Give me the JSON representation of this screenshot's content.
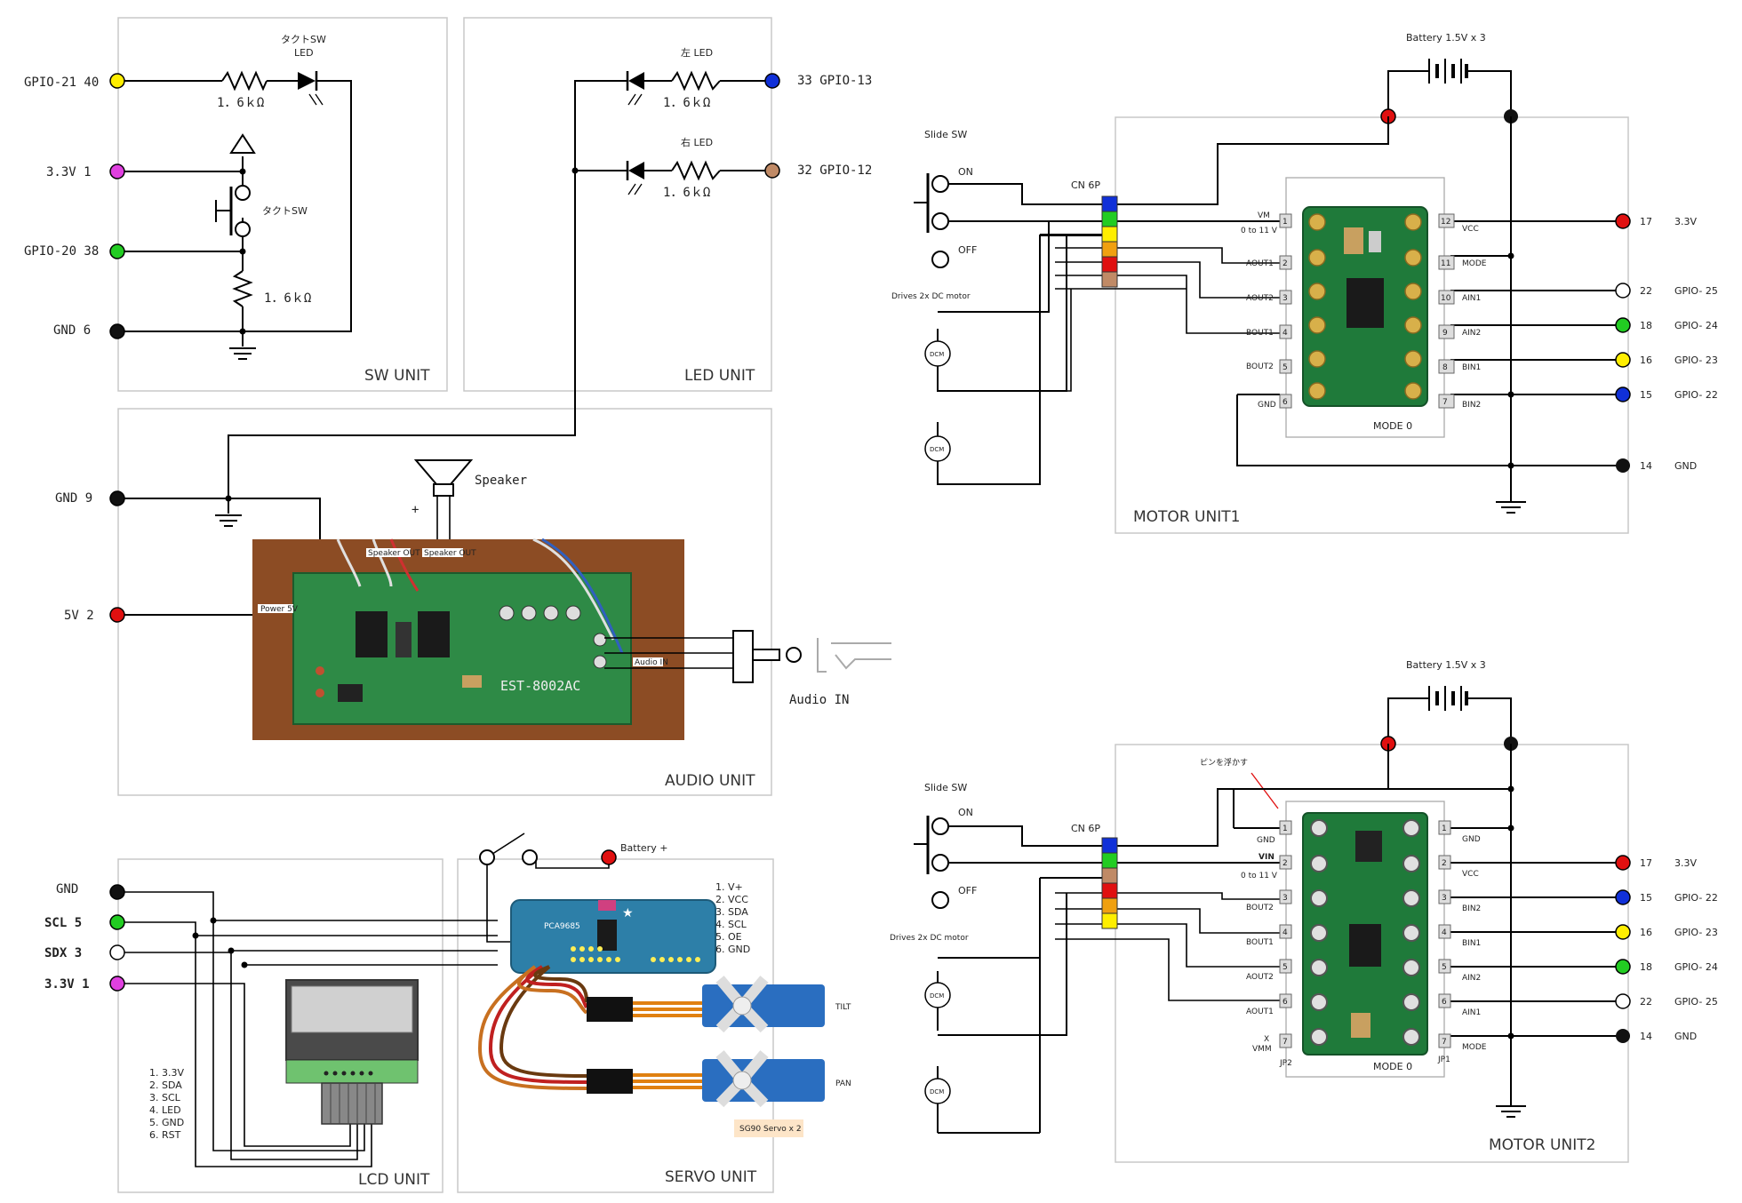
{
  "units": {
    "sw": "SW UNIT",
    "led": "LED UNIT",
    "audio": "AUDIO UNIT",
    "lcd": "LCD UNIT",
    "servo": "SERVO UNIT",
    "motor1": "MOTOR UNIT1",
    "motor2": "MOTOR UNIT2"
  },
  "sw_unit": {
    "gpio21": "GPIO-21  40",
    "v33": "3.3V   1",
    "gpio20": "GPIO-20  38",
    "gnd": "GND   6",
    "led_title_1": "タクトSW",
    "led_title_2": "LED",
    "r1": "1．6ｋΩ",
    "tact": "タクトSW",
    "r2": "1．6ｋΩ"
  },
  "led_unit": {
    "left_led": "左 LED",
    "right_led": "右 LED",
    "r1": "1．6ｋΩ",
    "r2": "1．6ｋΩ",
    "pin33": "33  GPIO-13",
    "pin32": "32  GPIO-12"
  },
  "audio_unit": {
    "gnd": "GND  9",
    "v5": "5V  2",
    "speaker": "Speaker",
    "plus": "+",
    "audio_in": "Audio IN",
    "board": "EST-8002AC",
    "speaker_out": "Speaker OUT",
    "power": "Power 5V",
    "audio_in_tag": "Audio IN"
  },
  "lcd_unit": {
    "gnd": "GND",
    "scl": "SCL  5",
    "sdx": "SDX  3",
    "v33": "3.3V  1",
    "pins": [
      "1. 3.3V",
      "2. SDA",
      "3. SCL",
      "4. LED",
      "5. GND",
      "6. RST"
    ]
  },
  "servo_unit": {
    "battery": "Battery +",
    "pins": [
      "1. V+",
      "2. VCC",
      "3. SDA",
      "4. SCL",
      "5. OE",
      "6. GND"
    ],
    "board": "PCA9685",
    "tilt": "TILT",
    "pan": "PAN",
    "servo_note": "SG90 Servo x 2"
  },
  "motor1": {
    "battery": "Battery 1.5V x 3",
    "slide": "Slide SW",
    "on": "ON",
    "off": "OFF",
    "drives": "Drives 2x DC motor",
    "cn": "CN 6P",
    "dcm": "DCM",
    "left_pins": [
      "VM",
      "AOUT1",
      "AOUT2",
      "BOUT1",
      "BOUT2",
      "GND"
    ],
    "left_note": "0 to 11 V",
    "right_pins": [
      "VCC",
      "MODE",
      "AIN1",
      "AIN2",
      "BIN1",
      "BIN2"
    ],
    "left_nums": [
      "1",
      "2",
      "3",
      "4",
      "5",
      "6"
    ],
    "right_nums": [
      "12",
      "11",
      "10",
      "9",
      "8",
      "7"
    ],
    "mode": "MODE 0",
    "ext_nums": [
      "17",
      "22",
      "18",
      "16",
      "15",
      "14"
    ],
    "ext_labels": [
      "3.3V",
      "GPIO- 25",
      "GPIO- 24",
      "GPIO- 23",
      "GPIO- 22",
      "GND"
    ]
  },
  "motor2": {
    "battery": "Battery 1.5V x 3",
    "slide": "Slide SW",
    "on": "ON",
    "off": "OFF",
    "drives": "Drives 2x DC motor",
    "cn": "CN 6P",
    "dcm": "DCM",
    "note": "ピンを浮かす",
    "left_pins": [
      "GND",
      "VIN",
      "BOUT2",
      "BOUT1",
      "AOUT2",
      "AOUT1",
      "VMM"
    ],
    "left_note": "0 to 11 V",
    "x_mark": "X",
    "right_pins": [
      "GND",
      "VCC",
      "BIN2",
      "BIN1",
      "AIN2",
      "AIN1",
      "MODE"
    ],
    "nums": [
      "1",
      "2",
      "3",
      "4",
      "5",
      "6",
      "7"
    ],
    "jp2": "JP2",
    "jp1": "JP1",
    "mode": "MODE 0",
    "ext_nums": [
      "17",
      "15",
      "16",
      "18",
      "22",
      "14"
    ],
    "ext_labels": [
      "3.3V",
      "GPIO- 22",
      "GPIO- 23",
      "GPIO- 24",
      "GPIO- 25",
      "GND"
    ]
  },
  "colors": {
    "yellow": "#ffee00",
    "magenta": "#e040e0",
    "green": "#22cc22",
    "black": "#111111",
    "blue": "#1030d8",
    "brown": "#c08a66",
    "red": "#e01010",
    "orange": "#f0a010",
    "white": "#ffffff",
    "pcb_green": "#1f7a3a"
  }
}
